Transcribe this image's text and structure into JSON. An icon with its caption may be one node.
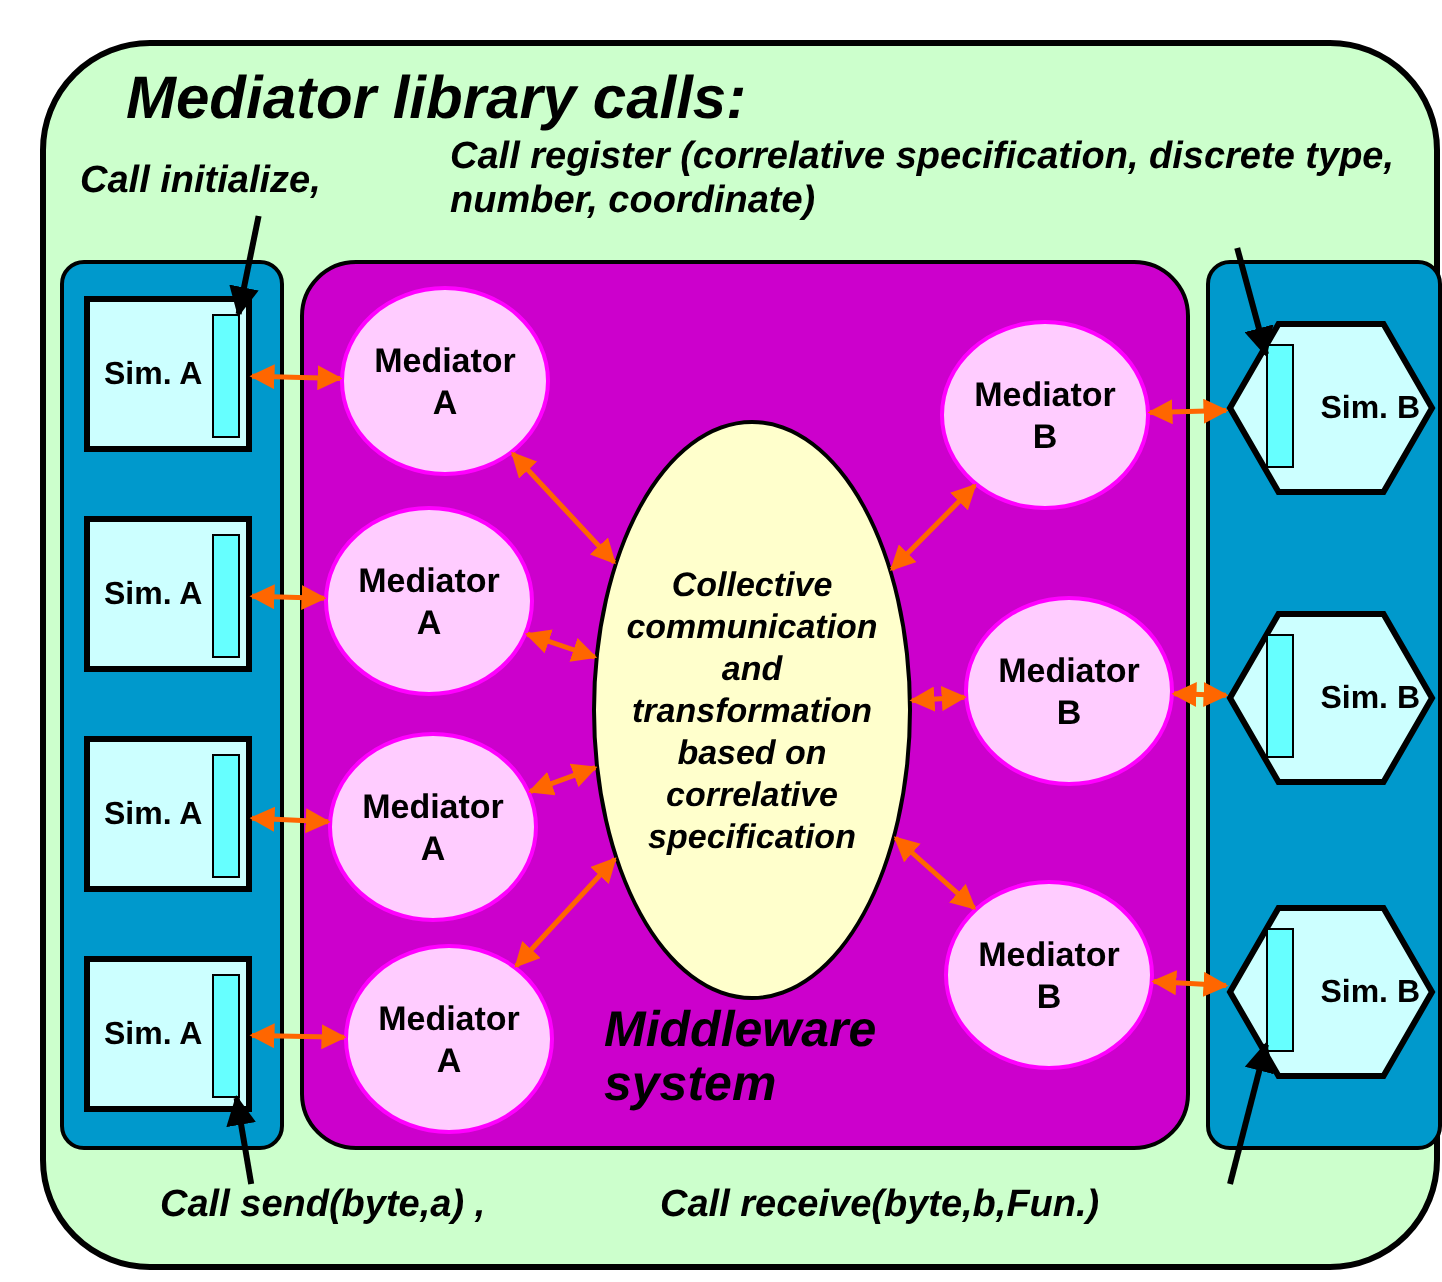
{
  "diagram": {
    "nodes": [
      {
        "text": [
          "Mediator library calls:"
        ]
      },
      {
        "text": [
          "Call initialize,"
        ],
        "in": 0
      },
      {
        "text": [
          "Call register (correlative specification, discrete type, number, coordinate)"
        ],
        "in": 0
      },
      {
        "text": [],
        "shape": "box",
        "in": 0
      },
      {
        "text": [
          "Middleware system"
        ],
        "in": 0
      },
      {
        "text": [],
        "shape": "box",
        "in": 0
      },
      {
        "text": [
          "Sim. A"
        ],
        "in": 3
      },
      {
        "text": [],
        "shape": "bar",
        "in": 6
      },
      {
        "text": [
          "Sim. A"
        ],
        "in": 3
      },
      {
        "text": [],
        "shape": "bar",
        "in": 8
      },
      {
        "text": [
          "Sim. A"
        ],
        "in": 3
      },
      {
        "text": [],
        "shape": "bar",
        "in": 10
      },
      {
        "text": [
          "Sim. A"
        ],
        "in": 3
      },
      {
        "text": [],
        "shape": "bar",
        "in": 12
      },
      {
        "text": [
          "Mediator A"
        ],
        "in": 4
      },
      {
        "text": [
          "Mediator A"
        ],
        "in": 4
      },
      {
        "text": [
          "Mediator A"
        ],
        "in": 4
      },
      {
        "text": [
          "Mediator A"
        ],
        "in": 4
      },
      {
        "text": [
          "Collective communication and transformation based on correlative specification"
        ],
        "in": 4
      },
      {
        "text": [
          "Mediator B"
        ],
        "in": 4
      },
      {
        "text": [
          "Mediator B"
        ],
        "in": 4
      },
      {
        "text": [
          "Mediator B"
        ],
        "in": 4
      },
      {
        "text": [
          "Sim. B"
        ],
        "in": 5
      },
      {
        "text": [],
        "shape": "bar",
        "in": 22
      },
      {
        "text": [
          "Sim. B"
        ],
        "in": 5
      },
      {
        "text": [],
        "shape": "bar",
        "in": 24
      },
      {
        "text": [
          "Sim. B"
        ],
        "in": 5
      },
      {
        "text": [],
        "shape": "bar",
        "in": 26
      },
      {
        "text": [
          "Call send(byte,a) ,"
        ],
        "in": 0
      },
      {
        "text": [
          "Call receive(byte,b,Fun.)"
        ],
        "in": 0
      }
    ],
    "edges": [
      {
        "from": 1,
        "to": 7,
        "arrow": "to",
        "color": "#000000"
      },
      {
        "from": 2,
        "to": 23,
        "arrow": "to",
        "color": "#000000"
      },
      {
        "from": 6,
        "to": 14,
        "arrow": "both"
      },
      {
        "from": 8,
        "to": 15,
        "arrow": "both"
      },
      {
        "from": 10,
        "to": 16,
        "arrow": "both"
      },
      {
        "from": 12,
        "to": 17,
        "arrow": "both"
      },
      {
        "from": 14,
        "to": 18,
        "arrow": "both"
      },
      {
        "from": 15,
        "to": 18,
        "arrow": "both"
      },
      {
        "from": 16,
        "to": 18,
        "arrow": "both"
      },
      {
        "from": 17,
        "to": 18,
        "arrow": "both"
      },
      {
        "from": 18,
        "to": 19,
        "arrow": "both"
      },
      {
        "from": 18,
        "to": 20,
        "arrow": "both"
      },
      {
        "from": 18,
        "to": 21,
        "arrow": "both"
      },
      {
        "from": 19,
        "to": 22,
        "arrow": "both"
      },
      {
        "from": 20,
        "to": 24,
        "arrow": "both"
      },
      {
        "from": 21,
        "to": 26,
        "arrow": "both"
      },
      {
        "from": 28,
        "to": 13,
        "arrow": "to",
        "color": "#000000"
      },
      {
        "from": 29,
        "to": 27,
        "arrow": "to",
        "color": "#000000"
      }
    ]
  }
}
